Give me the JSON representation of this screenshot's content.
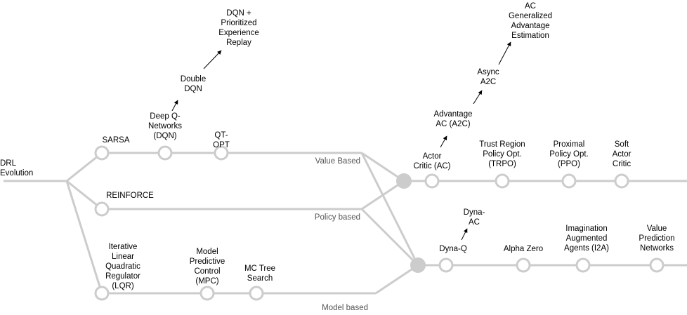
{
  "root_label": [
    "DRL",
    "Evolution"
  ],
  "branches": {
    "value_based": "Value Based",
    "policy_based": "Policy based",
    "model_based": "Model based"
  },
  "value_nodes": {
    "sarsa": [
      "SARSA"
    ],
    "dqn": [
      "Deep Q-",
      "Networks",
      "(DQN)"
    ],
    "qt_opt": [
      "QT-",
      "OPT"
    ],
    "double_dqn": [
      "Double",
      "DQN"
    ],
    "dqn_per": [
      "DQN  +",
      "Prioritized",
      "Experience",
      "Replay"
    ]
  },
  "policy_nodes": {
    "reinforce": [
      "REINFORCE"
    ]
  },
  "model_nodes": {
    "lqr": [
      "Iterative",
      "Linear",
      "Quadratic",
      "Regulator",
      "(LQR)"
    ],
    "mpc": [
      "Model",
      "Predictive",
      "Control",
      "(MPC)"
    ],
    "mcts": [
      "MC Tree",
      "Search"
    ]
  },
  "actor_critic_nodes": {
    "ac": [
      "Actor",
      "Critic (AC)"
    ],
    "a2c": [
      "Advantage",
      "AC (A2C)"
    ],
    "async_a2c": [
      "Async",
      "A2C"
    ],
    "gae": [
      "AC",
      "Generalized",
      "Advantage",
      "Estimation"
    ],
    "trpo": [
      "Trust Region",
      "Policy Opt.",
      "(TRPO)"
    ],
    "ppo": [
      "Proximal",
      "Policy Opt.",
      "(PPO)"
    ],
    "sac": [
      "Soft",
      "Actor",
      "Critic"
    ]
  },
  "model_based_nodes": {
    "dyna_q": [
      "Dyna-Q"
    ],
    "dyna_ac": [
      "Dyna-",
      "AC"
    ],
    "alpha_zero": [
      "Alpha Zero"
    ],
    "i2a": [
      "Imagination",
      "Augmented",
      "Agents (I2A)"
    ],
    "vpn": [
      "Value",
      "Prediction",
      "Networks"
    ]
  },
  "colors": {
    "line": "#cccccc",
    "hub": "#cccccc",
    "node_fill": "#ffffff",
    "text": "#000000",
    "branch_text": "#555555"
  }
}
